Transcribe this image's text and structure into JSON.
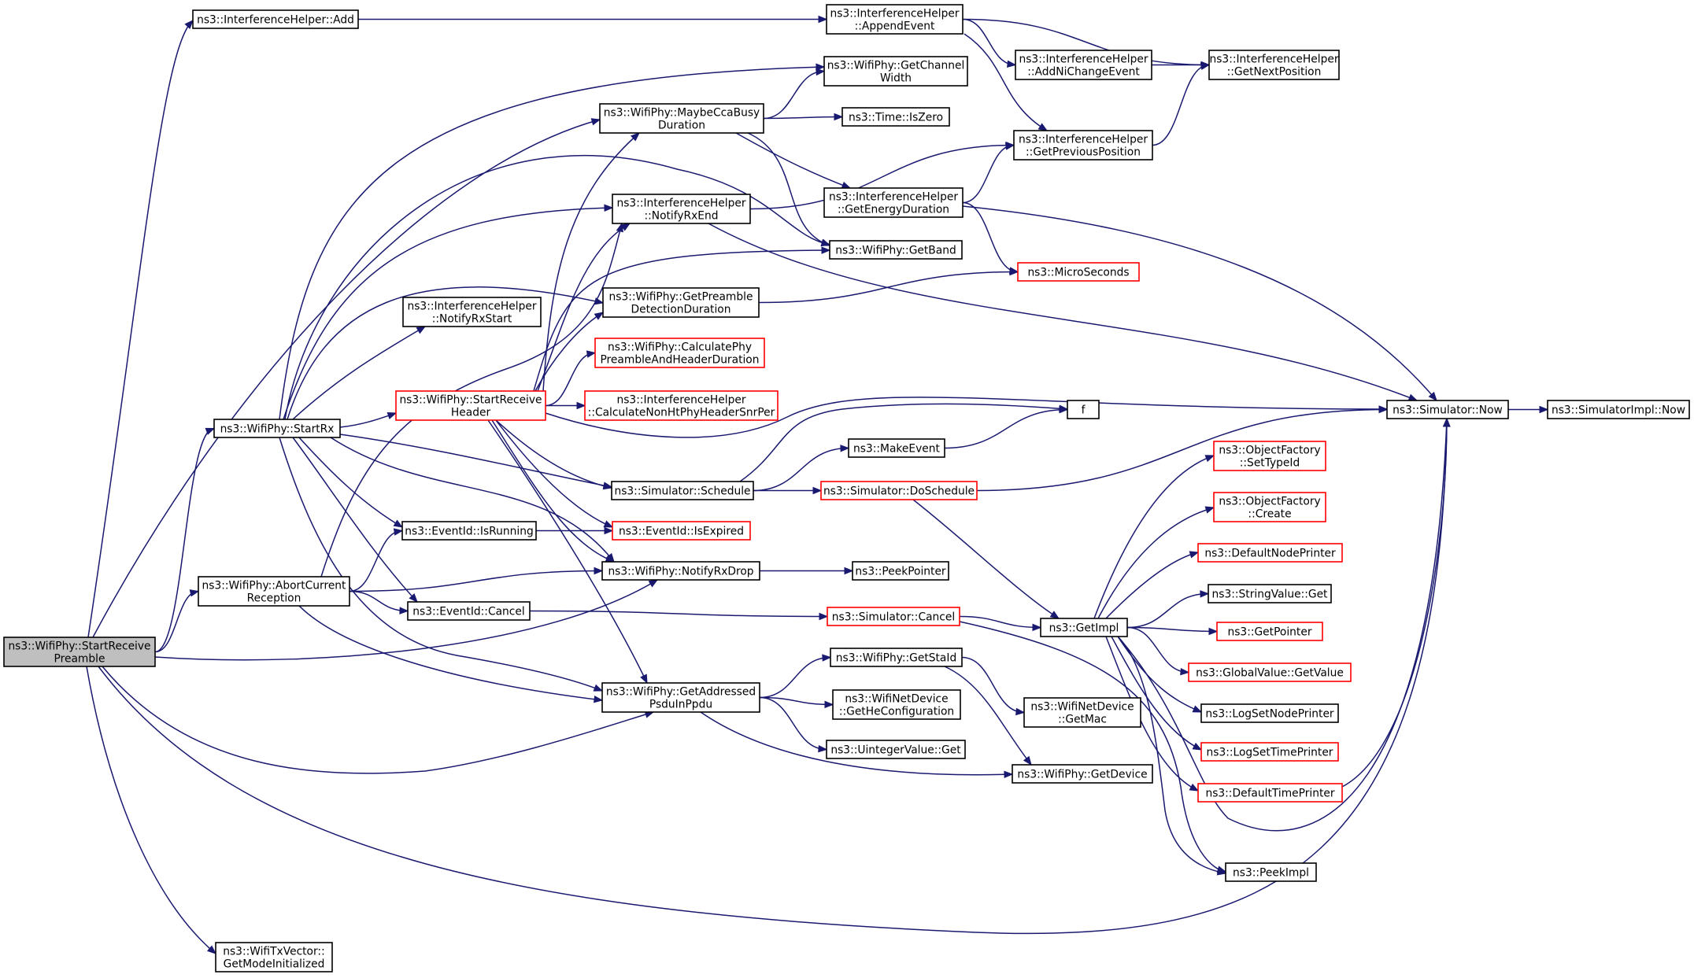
{
  "colors": {
    "edge": "#191970",
    "border_normal": "#000000",
    "border_truncated": "#ff0000",
    "root_fill": "#bfbfbf",
    "fill": "#ffffff"
  },
  "nodes": [
    {
      "id": "startPreamble",
      "lines": [
        "ns3::WifiPhy::StartReceive",
        "Preamble"
      ],
      "style": "root"
    },
    {
      "id": "ihAdd",
      "lines": [
        "ns3::InterferenceHelper::Add"
      ],
      "style": "normal"
    },
    {
      "id": "startRx",
      "lines": [
        "ns3::WifiPhy::StartRx"
      ],
      "style": "normal"
    },
    {
      "id": "abortCurrent",
      "lines": [
        "ns3::WifiPhy::AbortCurrent",
        "Reception"
      ],
      "style": "normal"
    },
    {
      "id": "getModeInit",
      "lines": [
        "ns3::WifiTxVector::",
        "GetModeInitialized"
      ],
      "style": "normal"
    },
    {
      "id": "appendEvent",
      "lines": [
        "ns3::InterferenceHelper",
        "::AppendEvent"
      ],
      "style": "normal"
    },
    {
      "id": "getChannelWidth",
      "lines": [
        "ns3::WifiPhy::GetChannel",
        "Width"
      ],
      "style": "normal"
    },
    {
      "id": "maybeCca",
      "lines": [
        "ns3::WifiPhy::MaybeCcaBusy",
        "Duration"
      ],
      "style": "normal"
    },
    {
      "id": "timeIsZero",
      "lines": [
        "ns3::Time::IsZero"
      ],
      "style": "normal"
    },
    {
      "id": "notifyRxEnd",
      "lines": [
        "ns3::InterferenceHelper",
        "::NotifyRxEnd"
      ],
      "style": "normal"
    },
    {
      "id": "getPreambleDet",
      "lines": [
        "ns3::WifiPhy::GetPreamble",
        "DetectionDuration"
      ],
      "style": "normal"
    },
    {
      "id": "notifyRxStart",
      "lines": [
        "ns3::InterferenceHelper",
        "::NotifyRxStart"
      ],
      "style": "normal"
    },
    {
      "id": "calcPhyPreamble",
      "lines": [
        "ns3::WifiPhy::CalculatePhy",
        "PreambleAndHeaderDuration"
      ],
      "style": "truncated"
    },
    {
      "id": "startRecvHeader",
      "lines": [
        "ns3::WifiPhy::StartReceive",
        "Header"
      ],
      "style": "truncated"
    },
    {
      "id": "calcNonHt",
      "lines": [
        "ns3::InterferenceHelper",
        "::CalculateNonHtPhyHeaderSnrPer"
      ],
      "style": "truncated"
    },
    {
      "id": "addNiChange",
      "lines": [
        "ns3::InterferenceHelper",
        "::AddNiChangeEvent"
      ],
      "style": "normal"
    },
    {
      "id": "getNextPos",
      "lines": [
        "ns3::InterferenceHelper",
        "::GetNextPosition"
      ],
      "style": "normal"
    },
    {
      "id": "getPrevPos",
      "lines": [
        "ns3::InterferenceHelper",
        "::GetPreviousPosition"
      ],
      "style": "normal"
    },
    {
      "id": "getEnergyDur",
      "lines": [
        "ns3::InterferenceHelper",
        "::GetEnergyDuration"
      ],
      "style": "normal"
    },
    {
      "id": "getBand",
      "lines": [
        "ns3::WifiPhy::GetBand"
      ],
      "style": "normal"
    },
    {
      "id": "microSeconds",
      "lines": [
        "ns3::MicroSeconds"
      ],
      "style": "truncated"
    },
    {
      "id": "simNow",
      "lines": [
        "ns3::Simulator::Now"
      ],
      "style": "normal"
    },
    {
      "id": "simImplNow",
      "lines": [
        "ns3::SimulatorImpl::Now"
      ],
      "style": "normal"
    },
    {
      "id": "f",
      "lines": [
        "f"
      ],
      "style": "normal"
    },
    {
      "id": "makeEvent",
      "lines": [
        "ns3::MakeEvent"
      ],
      "style": "normal"
    },
    {
      "id": "simSchedule",
      "lines": [
        "ns3::Simulator::Schedule"
      ],
      "style": "normal"
    },
    {
      "id": "simDoSchedule",
      "lines": [
        "ns3::Simulator::DoSchedule"
      ],
      "style": "truncated"
    },
    {
      "id": "evIsRunning",
      "lines": [
        "ns3::EventId::IsRunning"
      ],
      "style": "normal"
    },
    {
      "id": "evIsExpired",
      "lines": [
        "ns3::EventId::IsExpired"
      ],
      "style": "truncated"
    },
    {
      "id": "notifyRxDrop",
      "lines": [
        "ns3::WifiPhy::NotifyRxDrop"
      ],
      "style": "normal"
    },
    {
      "id": "peekPointer",
      "lines": [
        "ns3::PeekPointer"
      ],
      "style": "normal"
    },
    {
      "id": "evCancel",
      "lines": [
        "ns3::EventId::Cancel"
      ],
      "style": "normal"
    },
    {
      "id": "simCancel",
      "lines": [
        "ns3::Simulator::Cancel"
      ],
      "style": "truncated"
    },
    {
      "id": "getImpl",
      "lines": [
        "ns3::GetImpl"
      ],
      "style": "normal"
    },
    {
      "id": "objFacSetTypeId",
      "lines": [
        "ns3::ObjectFactory",
        "::SetTypeId"
      ],
      "style": "truncated"
    },
    {
      "id": "objFacCreate",
      "lines": [
        "ns3::ObjectFactory",
        "::Create"
      ],
      "style": "truncated"
    },
    {
      "id": "defNodePrinter",
      "lines": [
        "ns3::DefaultNodePrinter"
      ],
      "style": "truncated"
    },
    {
      "id": "stringValueGet",
      "lines": [
        "ns3::StringValue::Get"
      ],
      "style": "normal"
    },
    {
      "id": "getPointer",
      "lines": [
        "ns3::GetPointer"
      ],
      "style": "truncated"
    },
    {
      "id": "globalValueGet",
      "lines": [
        "ns3::GlobalValue::GetValue"
      ],
      "style": "truncated"
    },
    {
      "id": "logSetNodePrinter",
      "lines": [
        "ns3::LogSetNodePrinter"
      ],
      "style": "normal"
    },
    {
      "id": "logSetTimePrinter",
      "lines": [
        "ns3::LogSetTimePrinter"
      ],
      "style": "truncated"
    },
    {
      "id": "defTimePrinter",
      "lines": [
        "ns3::DefaultTimePrinter"
      ],
      "style": "truncated"
    },
    {
      "id": "peekImpl",
      "lines": [
        "ns3::PeekImpl"
      ],
      "style": "normal"
    },
    {
      "id": "getAddrPsdu",
      "lines": [
        "ns3::WifiPhy::GetAddressed",
        "PsduInPpdu"
      ],
      "style": "normal"
    },
    {
      "id": "getStaId",
      "lines": [
        "ns3::WifiPhy::GetStaId"
      ],
      "style": "normal"
    },
    {
      "id": "getHeConfig",
      "lines": [
        "ns3::WifiNetDevice",
        "::GetHeConfiguration"
      ],
      "style": "normal"
    },
    {
      "id": "uintValueGet",
      "lines": [
        "ns3::UintegerValue::Get"
      ],
      "style": "normal"
    },
    {
      "id": "netDevGetMac",
      "lines": [
        "ns3::WifiNetDevice",
        "::GetMac"
      ],
      "style": "normal"
    },
    {
      "id": "getDevice",
      "lines": [
        "ns3::WifiPhy::GetDevice"
      ],
      "style": "normal"
    }
  ],
  "edges": [
    [
      "startPreamble",
      "ihAdd"
    ],
    [
      "startPreamble",
      "startRx"
    ],
    [
      "startPreamble",
      "abortCurrent"
    ],
    [
      "startPreamble",
      "getModeInit"
    ],
    [
      "startPreamble",
      "maybeCca"
    ],
    [
      "startPreamble",
      "notifyRxDrop"
    ],
    [
      "startPreamble",
      "getAddrPsdu"
    ],
    [
      "startPreamble",
      "simNow"
    ],
    [
      "ihAdd",
      "appendEvent"
    ],
    [
      "appendEvent",
      "addNiChange"
    ],
    [
      "appendEvent",
      "getNextPos"
    ],
    [
      "appendEvent",
      "getPrevPos"
    ],
    [
      "addNiChange",
      "getNextPos"
    ],
    [
      "getPrevPos",
      "getNextPos"
    ],
    [
      "maybeCca",
      "getChannelWidth"
    ],
    [
      "maybeCca",
      "timeIsZero"
    ],
    [
      "maybeCca",
      "getEnergyDur"
    ],
    [
      "maybeCca",
      "getBand"
    ],
    [
      "getEnergyDur",
      "getPrevPos"
    ],
    [
      "getEnergyDur",
      "microSeconds"
    ],
    [
      "getEnergyDur",
      "simNow"
    ],
    [
      "notifyRxEnd",
      "getPrevPos"
    ],
    [
      "notifyRxEnd",
      "simNow"
    ],
    [
      "getPreambleDet",
      "microSeconds"
    ],
    [
      "startRx",
      "getChannelWidth"
    ],
    [
      "startRx",
      "getBand"
    ],
    [
      "startRx",
      "notifyRxEnd"
    ],
    [
      "startRx",
      "getPreambleDet"
    ],
    [
      "startRx",
      "notifyRxStart"
    ],
    [
      "startRx",
      "startRecvHeader"
    ],
    [
      "startRx",
      "simSchedule"
    ],
    [
      "startRx",
      "evIsRunning"
    ],
    [
      "startRx",
      "evCancel"
    ],
    [
      "startRx",
      "notifyRxDrop"
    ],
    [
      "startRx",
      "getAddrPsdu"
    ],
    [
      "startRecvHeader",
      "maybeCca"
    ],
    [
      "startRecvHeader",
      "notifyRxEnd"
    ],
    [
      "startRecvHeader",
      "getBand"
    ],
    [
      "startRecvHeader",
      "getPreambleDet"
    ],
    [
      "startRecvHeader",
      "calcPhyPreamble"
    ],
    [
      "startRecvHeader",
      "calcNonHt"
    ],
    [
      "startRecvHeader",
      "simNow"
    ],
    [
      "startRecvHeader",
      "simSchedule"
    ],
    [
      "startRecvHeader",
      "evIsExpired"
    ],
    [
      "startRecvHeader",
      "notifyRxDrop"
    ],
    [
      "startRecvHeader",
      "getAddrPsdu"
    ],
    [
      "abortCurrent",
      "notifyRxEnd"
    ],
    [
      "abortCurrent",
      "evIsRunning"
    ],
    [
      "abortCurrent",
      "notifyRxDrop"
    ],
    [
      "abortCurrent",
      "evCancel"
    ],
    [
      "abortCurrent",
      "getAddrPsdu"
    ],
    [
      "simSchedule",
      "f"
    ],
    [
      "simSchedule",
      "makeEvent"
    ],
    [
      "simSchedule",
      "simDoSchedule"
    ],
    [
      "makeEvent",
      "f"
    ],
    [
      "simDoSchedule",
      "simNow"
    ],
    [
      "simDoSchedule",
      "getImpl"
    ],
    [
      "simNow",
      "simImplNow"
    ],
    [
      "evIsRunning",
      "evIsExpired"
    ],
    [
      "notifyRxDrop",
      "peekPointer"
    ],
    [
      "evCancel",
      "simCancel"
    ],
    [
      "simCancel",
      "getImpl"
    ],
    [
      "simCancel",
      "peekImpl"
    ],
    [
      "getImpl",
      "objFacSetTypeId"
    ],
    [
      "getImpl",
      "objFacCreate"
    ],
    [
      "getImpl",
      "defNodePrinter"
    ],
    [
      "getImpl",
      "stringValueGet"
    ],
    [
      "getImpl",
      "getPointer"
    ],
    [
      "getImpl",
      "globalValueGet"
    ],
    [
      "getImpl",
      "logSetNodePrinter"
    ],
    [
      "getImpl",
      "logSetTimePrinter"
    ],
    [
      "getImpl",
      "defTimePrinter"
    ],
    [
      "getImpl",
      "simNow"
    ],
    [
      "getImpl",
      "peekImpl"
    ],
    [
      "defTimePrinter",
      "simNow"
    ],
    [
      "getAddrPsdu",
      "getStaId"
    ],
    [
      "getAddrPsdu",
      "getHeConfig"
    ],
    [
      "getAddrPsdu",
      "uintValueGet"
    ],
    [
      "getAddrPsdu",
      "getDevice"
    ],
    [
      "getStaId",
      "netDevGetMac"
    ],
    [
      "getStaId",
      "getDevice"
    ]
  ]
}
